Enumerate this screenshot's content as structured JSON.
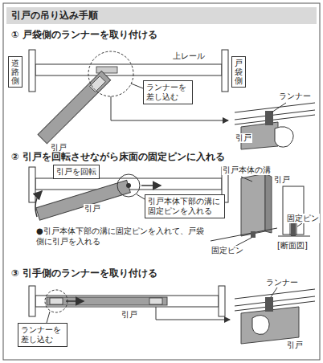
{
  "diagram": {
    "title": "引戸の吊り込み手順",
    "nodes": [
      {
        "text": [
          "道路側"
        ]
      },
      {
        "text": [
          "戸袋側"
        ]
      },
      {
        "text": [
          "ランナーを差し込む"
        ]
      },
      {
        "text": [
          "引戸を回転"
        ]
      },
      {
        "text": [
          "引戸本体下部の溝に固定ピンを入れる"
        ]
      },
      {
        "text": [
          "ランナーを差し込む"
        ]
      }
    ],
    "labels": [
      "① 戸袋側のランナーを取り付ける",
      "上レール",
      "引戸",
      "ランナー",
      "引戸",
      "② 引戸を回転させながら床面の固定ピンに入れる",
      "引戸",
      "引戸本体の溝",
      "引戸",
      "固定ピン",
      "固定ピン",
      "[断面図]",
      "●引戸本体下部の溝に固定ピンを入れて、戸袋側に引戸を入れる",
      "③ 引手側のランナーを取り付ける",
      "引戸",
      "ランナー",
      "引戸"
    ]
  }
}
